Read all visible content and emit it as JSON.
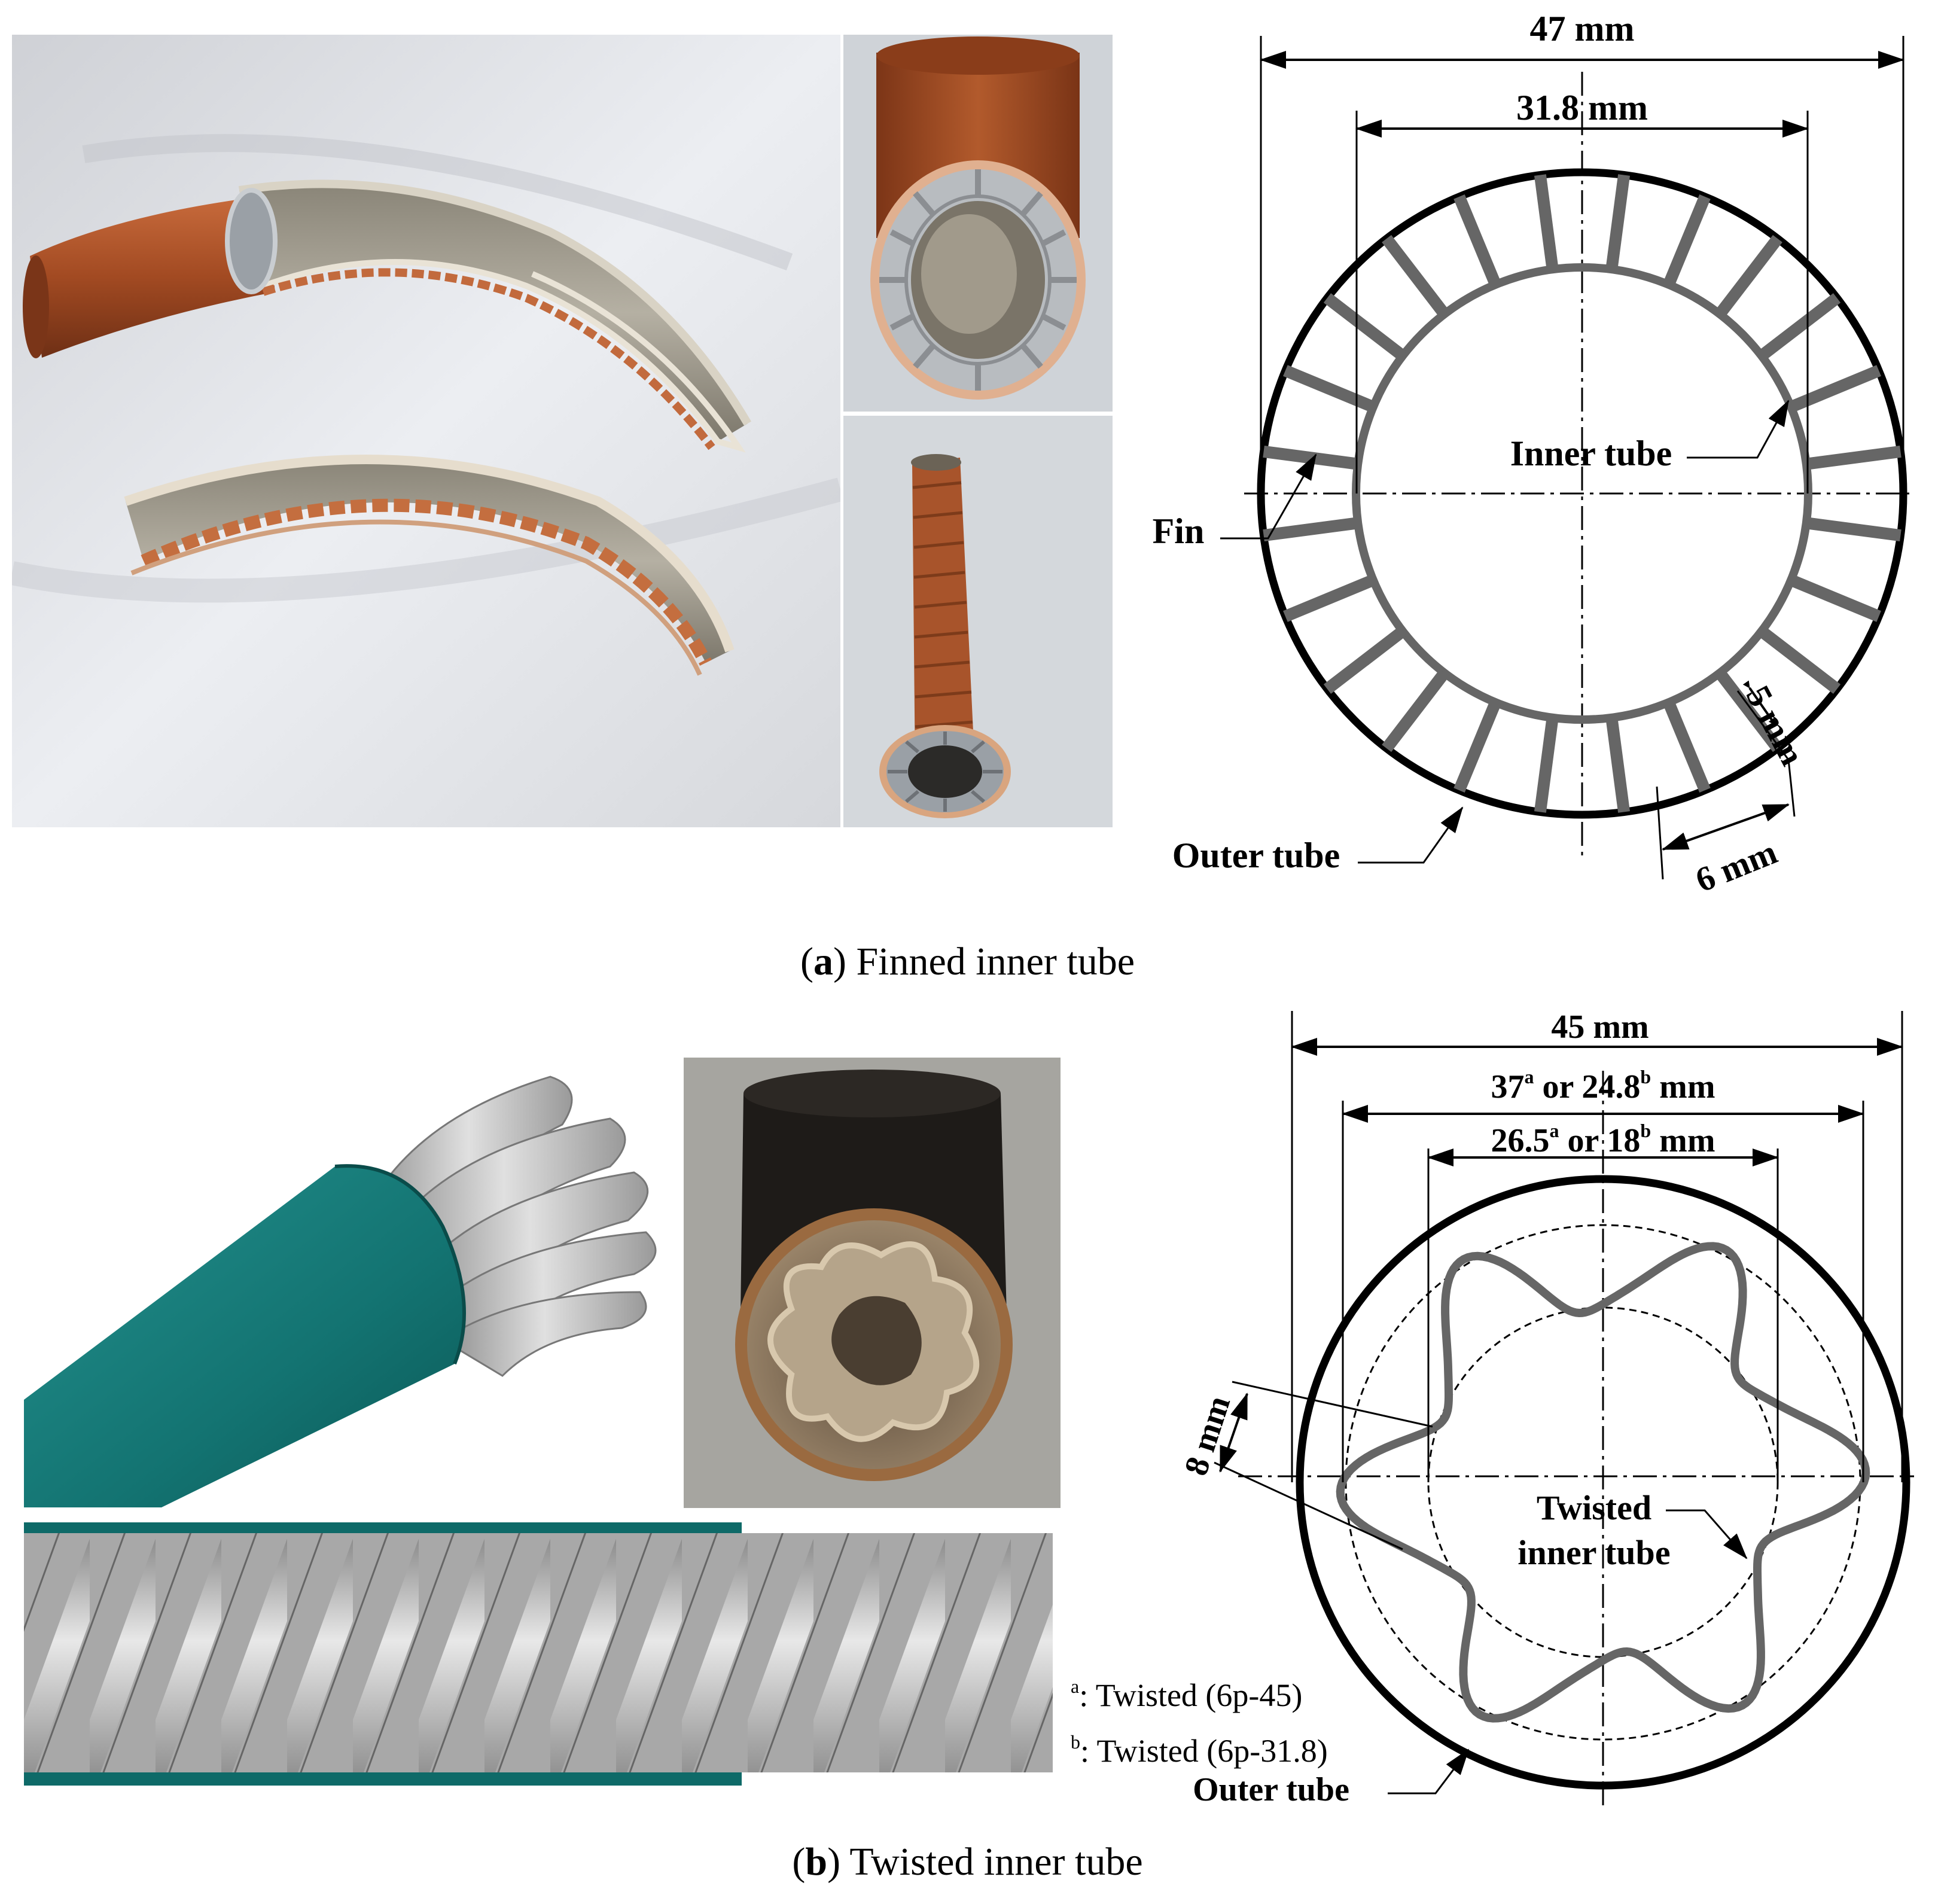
{
  "panel_a": {
    "caption_letter": "a",
    "caption_text": "Finned inner tube",
    "photos": [
      "photo-cutaway-finned-tubes",
      "photo-finned-tube-end-view",
      "photo-finned-tube-side-view"
    ],
    "drawing": {
      "dim_outer": "47 mm",
      "dim_inner": "31.8 mm",
      "label_inner_tube": "Inner tube",
      "label_fin": "Fin",
      "label_outer_tube": "Outer tube",
      "dim_fin_height": "5 mm",
      "dim_fin_pitch": "6 mm",
      "fin_count": 24
    }
  },
  "panel_b": {
    "caption_letter": "b",
    "caption_text": "Twisted inner tube",
    "photos": [
      "render-twisted-tube-perspective",
      "photo-twisted-tube-end-view",
      "render-twisted-tube-section"
    ],
    "drawing": {
      "dim_outer": "45 mm",
      "dim_mid_a": "37",
      "dim_mid_mid": " or 24.8",
      "dim_mid_end": " mm",
      "dim_inner_a": "26.5",
      "dim_inner_mid": " or 18",
      "dim_inner_end": " mm",
      "sup_a": "a",
      "sup_b": "b",
      "dim_lobe": "8 mm",
      "label_twisted_line1": "Twisted",
      "label_twisted_line2": "inner tube",
      "label_outer_tube": "Outer tube",
      "lobe_count": 6
    },
    "footnotes": [
      {
        "mark": "a",
        "text": ": Twisted (6p-45)"
      },
      {
        "mark": "b",
        "text": ": Twisted (6p-31.8)"
      }
    ]
  },
  "colors": {
    "copper": "#b5582e",
    "cloth": "#e6e8ec",
    "teal": "#1a7a78",
    "steel": "#b8b8b8",
    "gray_line": "#666666"
  }
}
